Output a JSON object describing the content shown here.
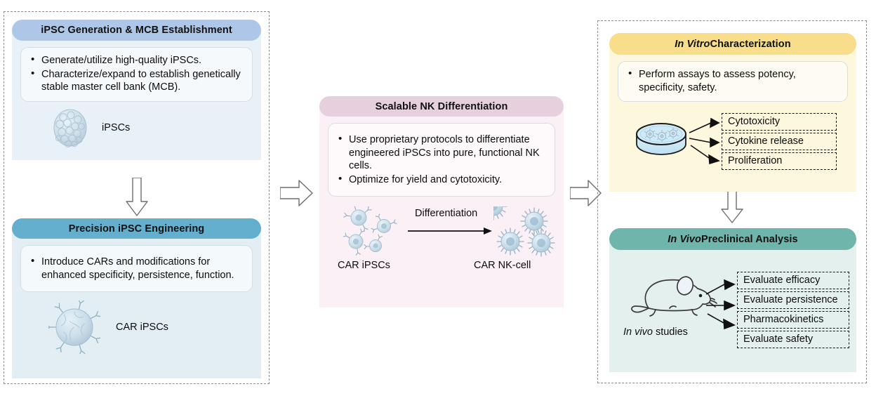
{
  "diagram": {
    "title": "iPSC-derived CAR NK cell development workflow",
    "colors": {
      "ipsc_header": "#aec7e8",
      "ipsc_body": "#e8f0f8",
      "engineering_header": "#64aece",
      "engineering_body": "#e2eef4",
      "nk_header": "#e6d0dd",
      "nk_body": "#fbf0f5",
      "invitro_header": "#f8dd8a",
      "invitro_body": "#fdf7dd",
      "invivo_header": "#6fb5ac",
      "invivo_body": "#e4f0ee",
      "group_border": "#8b8b8b",
      "arrow_outline": "#6e6e6e"
    }
  },
  "groups": [
    {
      "name": "left-group"
    },
    {
      "name": "right-group"
    }
  ],
  "stages": {
    "ipsc_generation": {
      "header": "iPSC Generation & MCB Establishment",
      "bullets": [
        "Generate/utilize high-quality iPSCs.",
        "Characterize/expand to establish genetically stable master cell bank (MCB)."
      ],
      "figure_label": "iPSCs",
      "figure_icon": "ipsc-colony-icon"
    },
    "precision_engineering": {
      "header": "Precision iPSC Engineering",
      "bullets": [
        "Introduce CARs and modifications for enhanced specificity, persistence, function."
      ],
      "figure_label": "CAR iPSCs",
      "figure_icon": "car-ipsc-cell-icon"
    },
    "nk_differentiation": {
      "header": "Scalable NK Differentiation",
      "bullets": [
        "Use proprietary protocols to differentiate engineered iPSCs into pure, functional NK cells.",
        "Optimize for yield and cytotoxicity."
      ],
      "figure_left_label": "CAR iPSCs",
      "figure_right_label": "CAR NK-cell",
      "figure_arrow_label": "Differentiation"
    },
    "in_vitro": {
      "header_italic": "In Vitro",
      "header_rest": " Characterization",
      "bullets": [
        "Perform assays to assess potency, specificity, safety."
      ],
      "figure_icon": "petri-dish-icon",
      "assays": [
        "Cytotoxicity",
        "Cytokine release",
        "Proliferation"
      ]
    },
    "in_vivo": {
      "header_italic": "In Vivo",
      "header_rest": " Preclinical Analysis",
      "figure_icon": "mouse-icon",
      "figure_label_italic": "In vivo",
      "figure_label_rest": " studies",
      "analyses": [
        "Evaluate efficacy",
        "Evaluate persistence",
        "Pharmacokinetics",
        "Evaluate safety"
      ]
    }
  },
  "connectors": {
    "ipsc_to_engineering": "down-block-arrow",
    "left_to_middle": "right-block-arrow",
    "middle_to_right": "right-block-arrow",
    "invitro_to_invivo": "down-block-arrow"
  }
}
